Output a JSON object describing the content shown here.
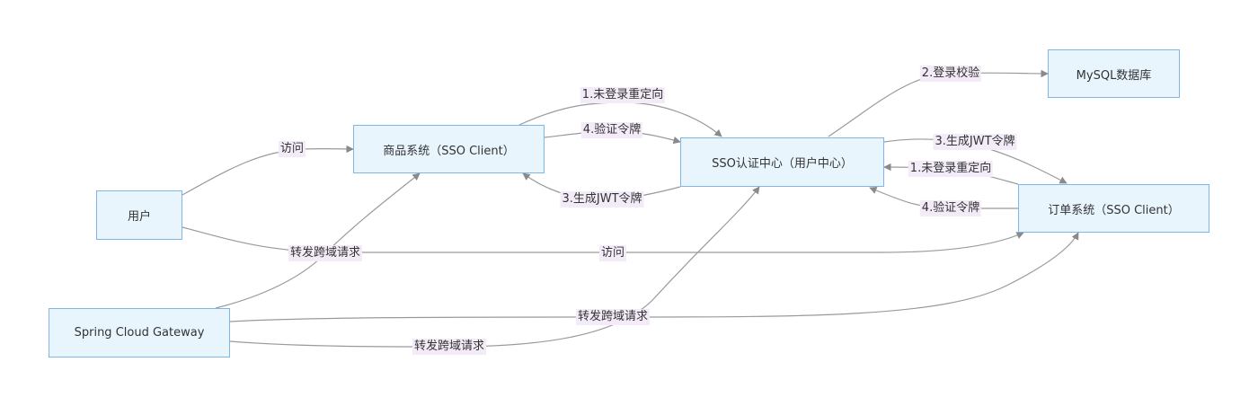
{
  "nodes": {
    "user": "用户",
    "gateway": "Spring Cloud Gateway",
    "goods": "商品系统（SSO Client）",
    "sso": "SSO认证中心（用户中心）",
    "mysql": "MySQL数据库",
    "order": "订单系统（SSO Client）"
  },
  "edges": {
    "user_goods": "访问",
    "user_order": "访问",
    "gw_goods": "转发跨域请求",
    "gw_order": "转发跨域请求",
    "gw_sso": "转发跨域请求",
    "goods_sso_redirect": "1.未登录重定向",
    "goods_sso_verify": "4.验证令牌",
    "sso_goods_jwt": "3.生成JWT令牌",
    "sso_mysql": "2.登录校验",
    "sso_order_jwt": "3.生成JWT令牌",
    "order_sso_redirect": "1.未登录重定向",
    "order_sso_verify": "4.验证令牌"
  },
  "colors": {
    "node_fill": "#e8f5fd",
    "node_border": "#7fb6e8",
    "edge": "#9a9a9a",
    "label_bg": "#f3ecf8"
  }
}
